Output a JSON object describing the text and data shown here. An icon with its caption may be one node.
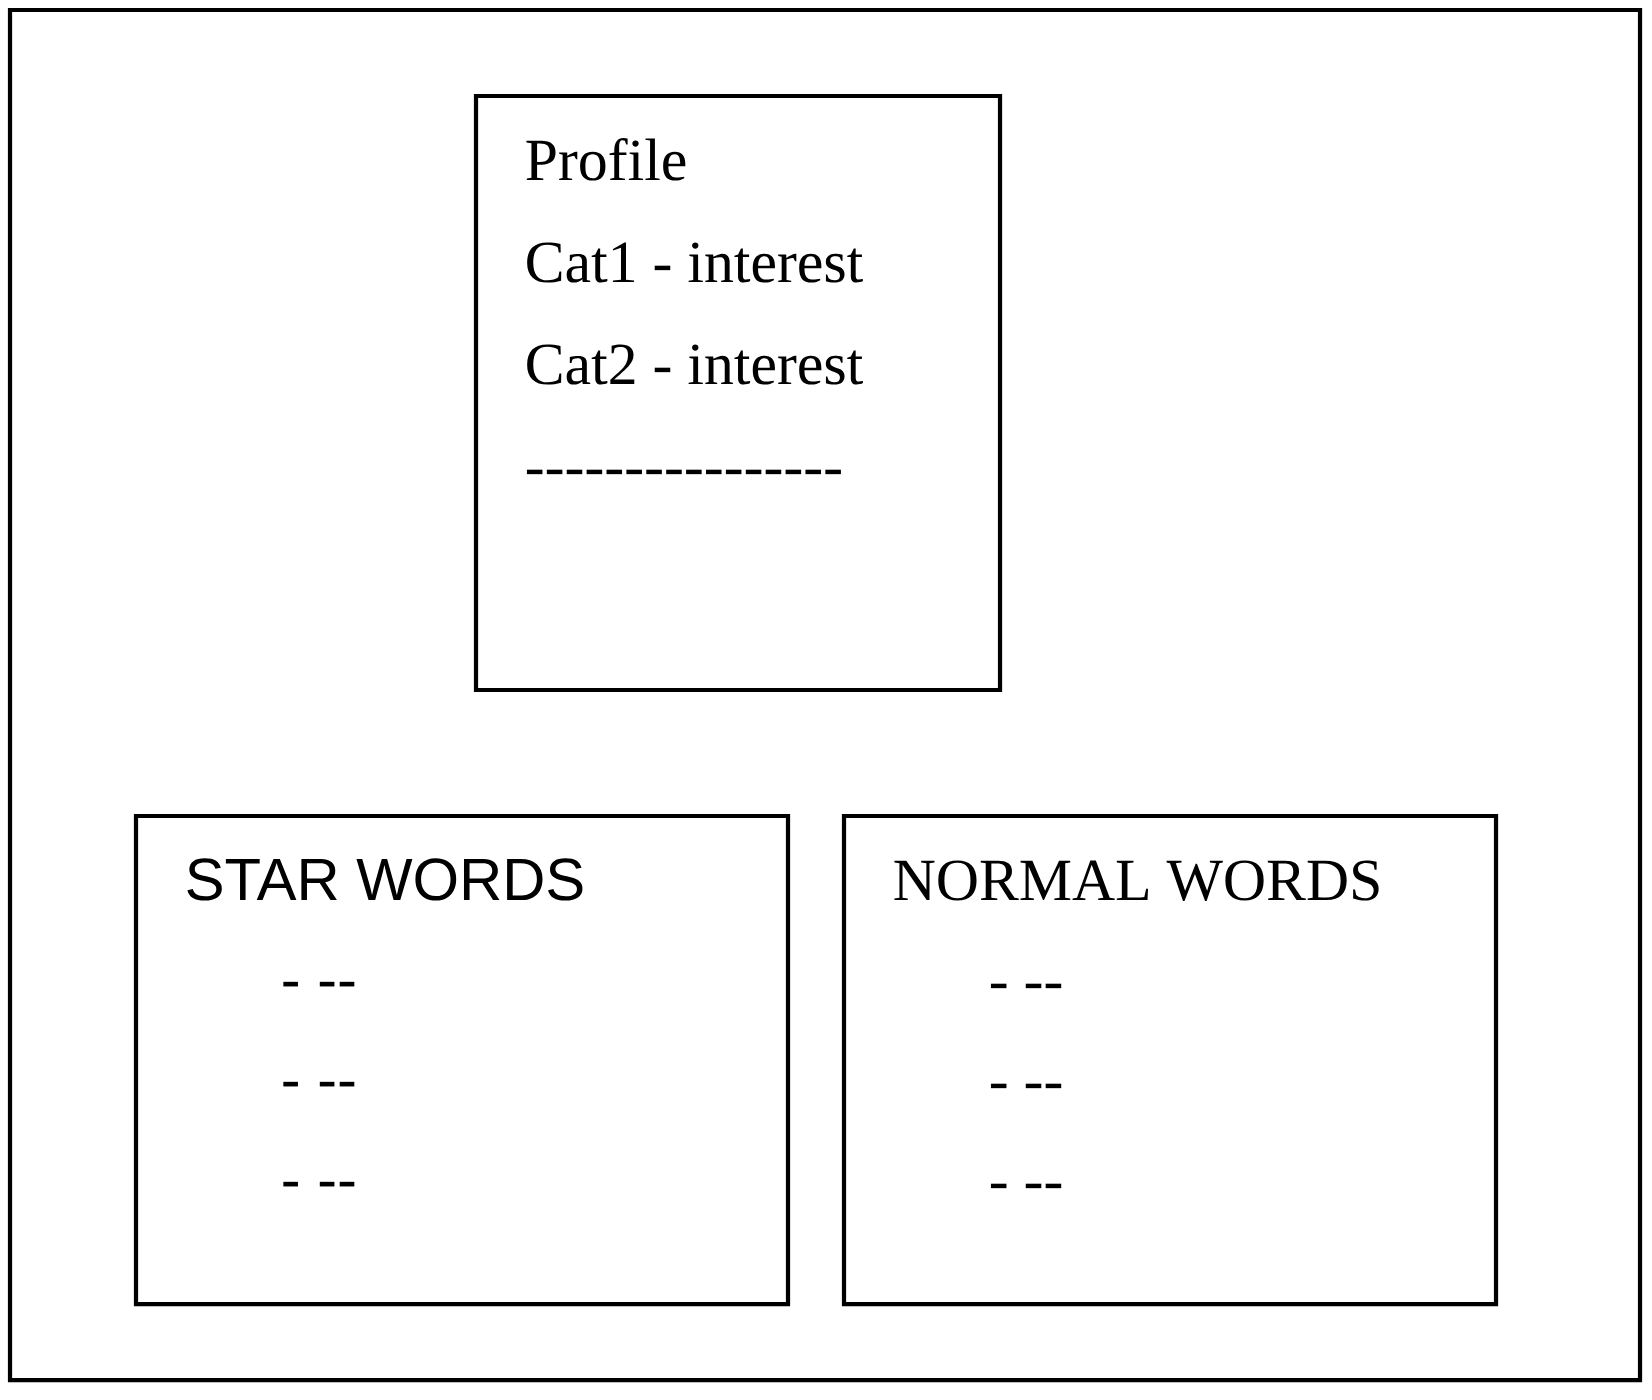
{
  "diagram": {
    "nodes": [
      {
        "text": [],
        "shape": "box"
      },
      {
        "text": [
          "Profile",
          "Cat1 - interest",
          "Cat2 - interest",
          "----------------"
        ],
        "in": 0
      },
      {
        "text": [
          "STAR WORDS",
          "- --",
          "- --",
          "- --"
        ],
        "in": 0
      },
      {
        "text": [
          "NORMAL WORDS",
          "- --",
          "- --",
          "- --"
        ],
        "in": 0
      }
    ]
  }
}
